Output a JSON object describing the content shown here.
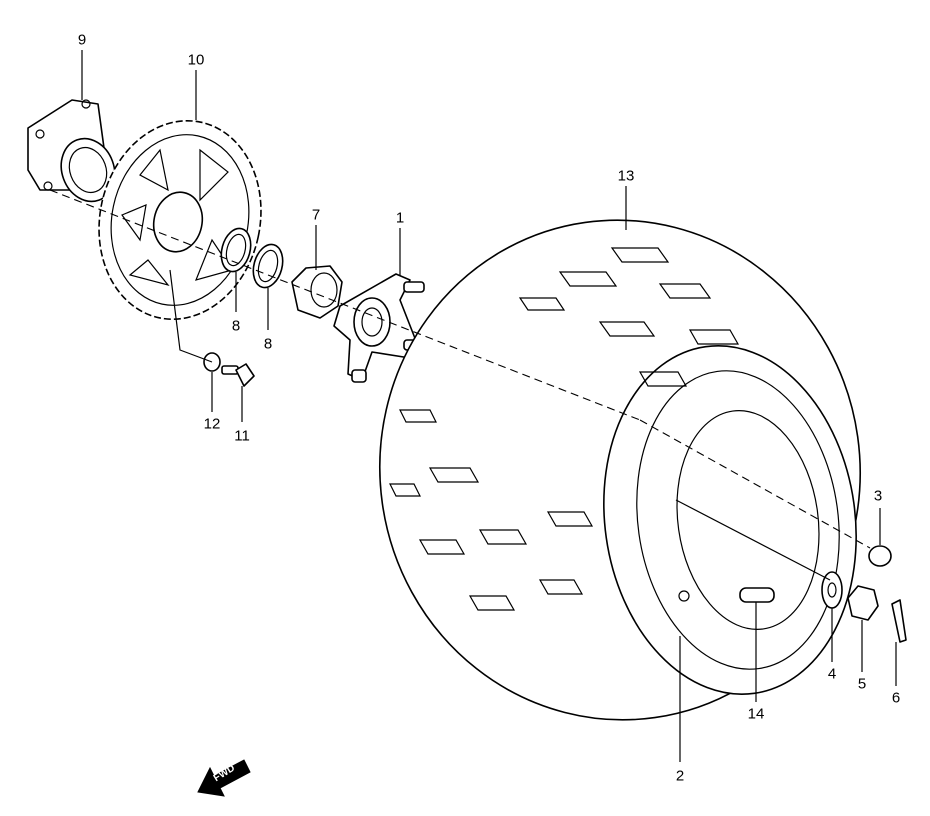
{
  "callouts": [
    {
      "id": "callout-1",
      "text": "1"
    },
    {
      "id": "callout-2",
      "text": "2"
    },
    {
      "id": "callout-3",
      "text": "3"
    },
    {
      "id": "callout-4",
      "text": "4"
    },
    {
      "id": "callout-5",
      "text": "5"
    },
    {
      "id": "callout-6",
      "text": "6"
    },
    {
      "id": "callout-7",
      "text": "7"
    },
    {
      "id": "callout-8a",
      "text": "8"
    },
    {
      "id": "callout-8b",
      "text": "8"
    },
    {
      "id": "callout-9",
      "text": "9"
    },
    {
      "id": "callout-10",
      "text": "10"
    },
    {
      "id": "callout-11",
      "text": "11"
    },
    {
      "id": "callout-12",
      "text": "12"
    },
    {
      "id": "callout-13",
      "text": "13"
    },
    {
      "id": "callout-14",
      "text": "14"
    }
  ],
  "direction_indicator": {
    "text": "FWD",
    "icon": "fwd-arrow-icon"
  }
}
